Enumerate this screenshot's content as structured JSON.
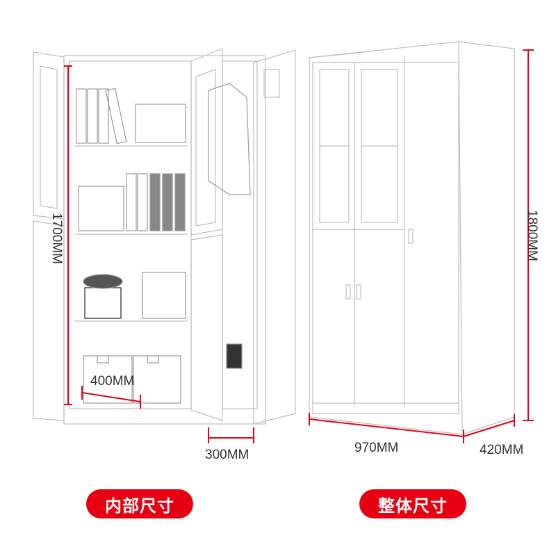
{
  "dimensions": {
    "inner_height": "1700MM",
    "inner_depth": "400MM",
    "inner_width": "300MM",
    "overall_height": "1800MM",
    "overall_width": "970MM",
    "overall_depth": "420MM"
  },
  "labels": {
    "inner": "内部尺寸",
    "overall": "整体尺寸"
  },
  "colors": {
    "accent": "#e60012",
    "line": "#bbbbbb"
  }
}
